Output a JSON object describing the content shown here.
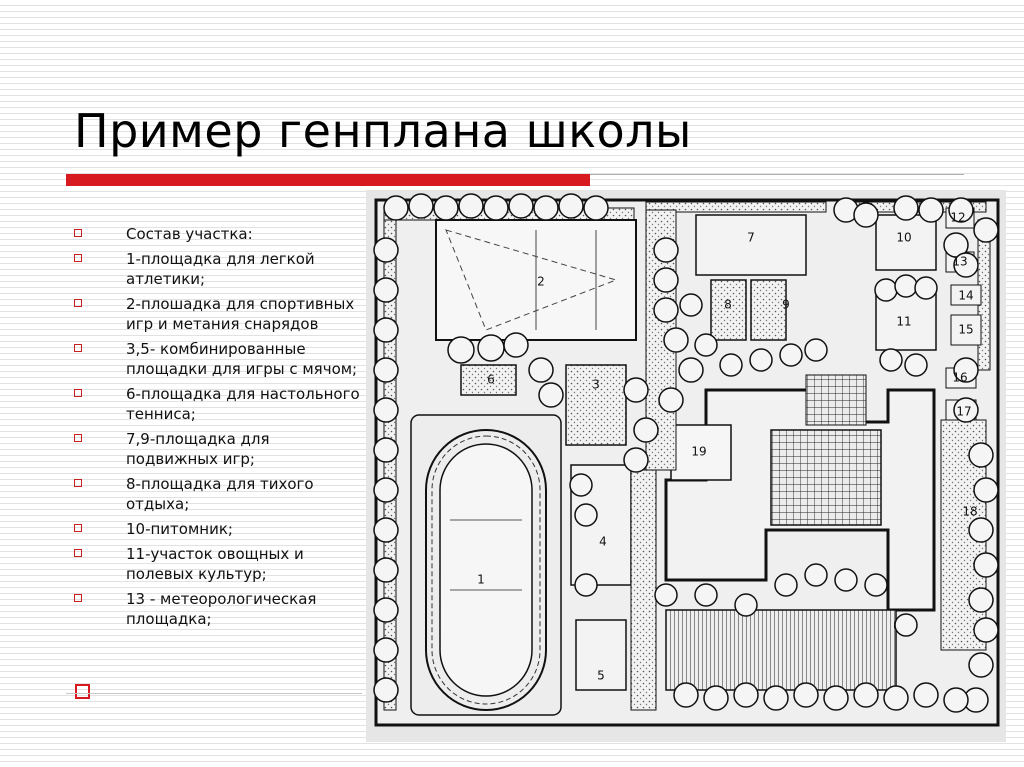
{
  "title": "Пример генплана школы",
  "bullets": [
    "Состав участка:",
    "1-площадка для легкой атлетики;",
    "2-плошадка для спортивных игр и метания снарядов",
    "3,5- комбинированные площадки для игры с мячом;",
    "6-площадка для настольного тенниса;",
    "7,9-площадка для подвижных игр;",
    "8-площадка для тихого отдыха;",
    "10-питомник;",
    "11-участок овощных и полевых культур;",
    "13 - метеорологическая площадка;"
  ],
  "plan": {
    "labels": {
      "p1": "1",
      "p2": "2",
      "p3": "3",
      "p4": "4",
      "p5": "5",
      "p6": "6",
      "p7": "7",
      "p8": "8",
      "p9": "9",
      "p10": "10",
      "p11": "11",
      "p12": "12",
      "p13": "13",
      "p14": "14",
      "p15": "15",
      "p16": "16",
      "p17": "17",
      "p18": "18",
      "p19": "19"
    }
  },
  "colors": {
    "accent": "#d71920",
    "bullet": "#c8201f"
  }
}
